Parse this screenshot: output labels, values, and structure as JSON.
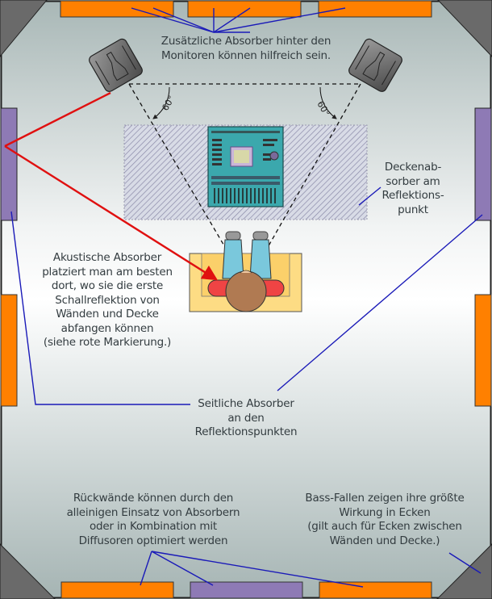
{
  "colors": {
    "absorber": "#ff8000",
    "diffuser": "#8e7ab5",
    "bass_trap": "#6a6a6a",
    "leader_line": "#1a1ab8",
    "reflection": "#e01010",
    "room_top": "#a9b8b8",
    "room_mid": "#ffffff",
    "room_bottom": "#a9b8b8"
  },
  "labels": {
    "monitor_note": "Zusätzliche Absorber hinter den\nMonitoren können hilfreich sein.",
    "ceiling_absorber": "Deckenab-\nsorber am\nReflektions-\npunkt",
    "acoustic_absorber": "Akustische Absorber\nplatziert man am besten\ndort, wo sie die erste\nSchallreflektion von\nWänden und Decke\nabfangen können\n(siehe rote Markierung.)",
    "side_absorber": "Seitliche Absorber\nan den\nReflektionspunkten",
    "rear_wall": "Rückwände können durch den\nalleinigen Einsatz von Absorbern\noder in Kombination mit\nDiffusoren optimiert werden",
    "bass_trap": "Bass-Fallen zeigen ihre größte\nWirkung in Ecken\n(gilt auch für Ecken zwischen\nWänden und Decke.)"
  },
  "angles": {
    "left": "60°",
    "right": "60°"
  },
  "icons": {
    "speaker_left": "studio-monitor-icon",
    "speaker_right": "studio-monitor-icon",
    "mixer": "mixing-console-icon",
    "listener": "listener-in-chair-icon"
  }
}
